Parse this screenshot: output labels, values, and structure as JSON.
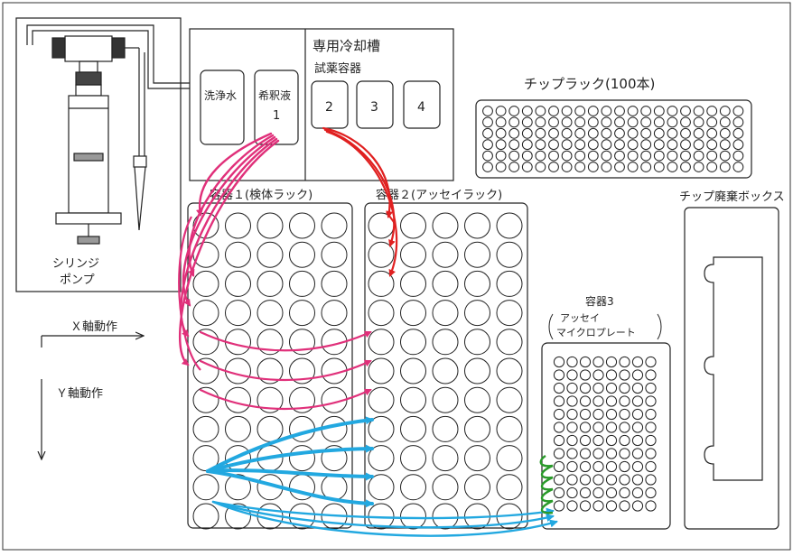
{
  "labels": {
    "syringe_pump": [
      "シリンジ",
      "ポンプ"
    ],
    "cooling_tank": "専用冷却槽",
    "reagent_containers": "試薬容器",
    "wash_water": "洗浄水",
    "diluent": "希釈液",
    "diluent_number": "1",
    "reagents": [
      "2",
      "3",
      "4"
    ],
    "tip_rack": "チップラック(100本)",
    "container1": "容器１(検体ラック)",
    "container2": "容器２(アッセイラック)",
    "tip_waste": "チップ廃棄ボックス",
    "container3": "容器3",
    "container3_sub": [
      "アッセイ",
      "マイクロプレート"
    ],
    "x_axis": "Ｘ軸動作",
    "y_axis": "Ｙ軸動作"
  },
  "colors": {
    "line": "#222222",
    "magenta": "#e0307a",
    "red": "#e02020",
    "blue": "#22a8e0",
    "green": "#2a9a2a"
  }
}
